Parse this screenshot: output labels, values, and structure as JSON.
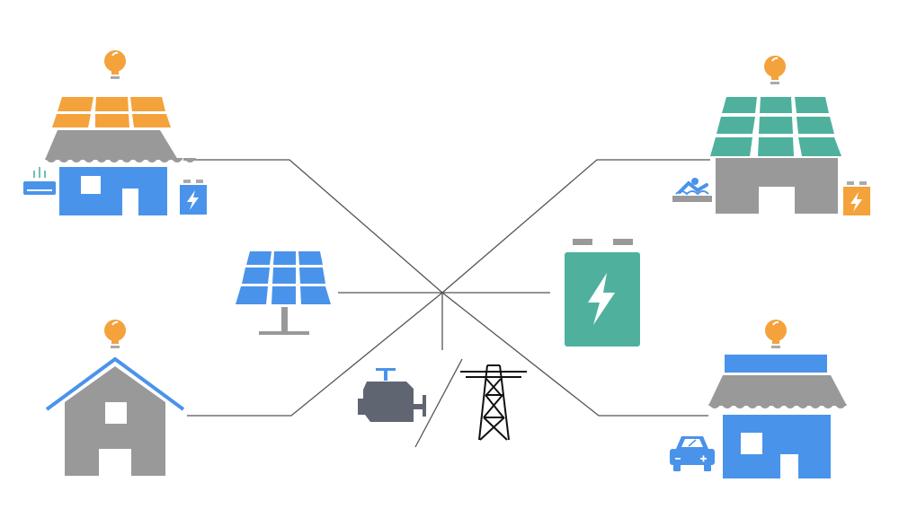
{
  "diagram": {
    "nodes": [
      {
        "id": "solar-shop",
        "icon": "solar-roof-shop-icon",
        "extras": [
          "light-bulb-icon",
          "air-conditioner-icon",
          "battery-icon"
        ]
      },
      {
        "id": "solar-house",
        "icon": "solar-roof-house-icon",
        "extras": [
          "light-bulb-icon",
          "pool-icon",
          "battery-icon"
        ]
      },
      {
        "id": "house",
        "icon": "house-icon",
        "extras": [
          "light-bulb-icon"
        ]
      },
      {
        "id": "shop",
        "icon": "shop-icon",
        "extras": [
          "light-bulb-icon",
          "electric-car-icon"
        ]
      },
      {
        "id": "solar-panel",
        "icon": "solar-panel-icon"
      },
      {
        "id": "battery-storage",
        "icon": "battery-storage-icon"
      },
      {
        "id": "generator",
        "icon": "engine-generator-icon"
      },
      {
        "id": "grid",
        "icon": "power-tower-icon"
      }
    ],
    "hub": "central-junction"
  },
  "colors": {
    "orange": "#F4A23B",
    "blue": "#4A93EA",
    "gray": "#999999",
    "teal": "#4FB19D",
    "dark": "#5F6672",
    "line": "#555555",
    "white": "#FFFFFF"
  }
}
